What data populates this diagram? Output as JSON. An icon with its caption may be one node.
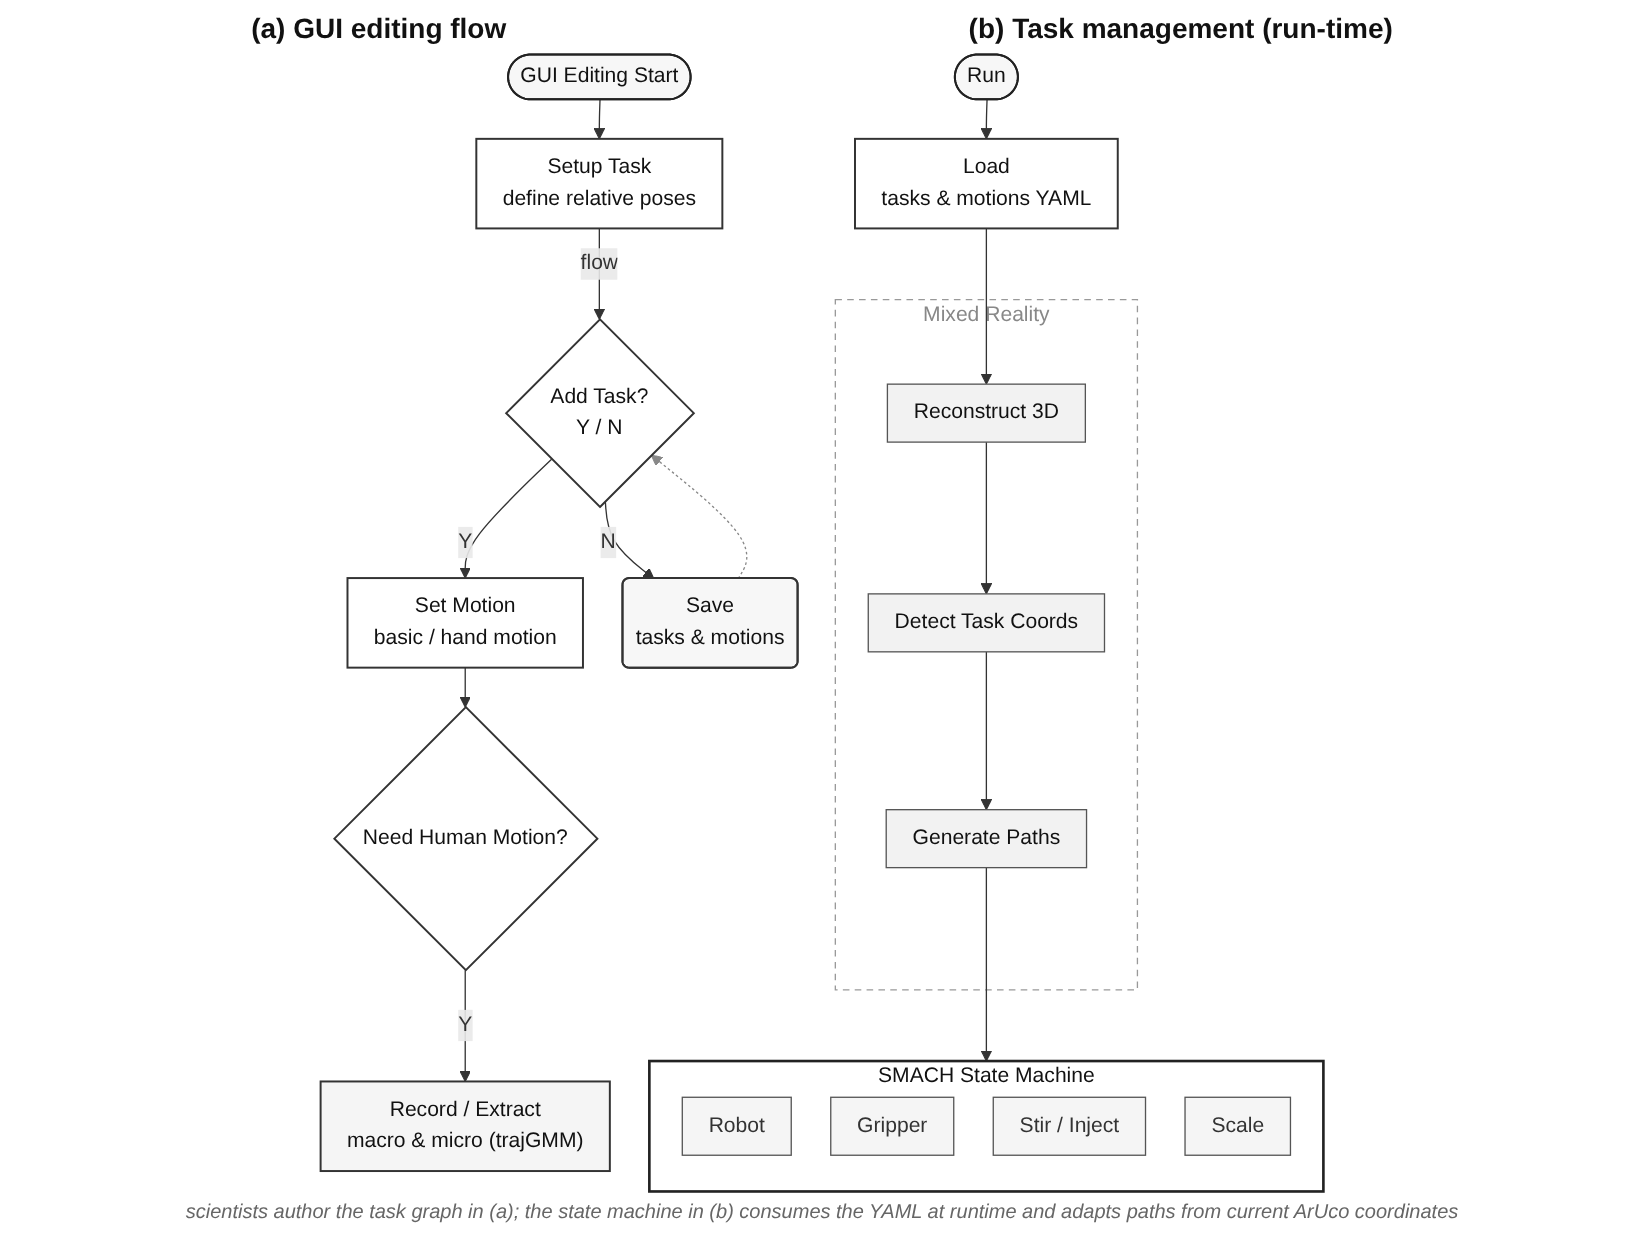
{
  "diagram": {
    "caption": "scientists author the task graph in (a); the state machine in (b) consumes the YAML at runtime and adapts paths from current ArUco coordinates",
    "nodes": [
      {
        "text": [
          "GUI Editing Start"
        ]
      },
      {
        "text": [
          "Setup Task",
          "define relative poses"
        ]
      },
      {
        "text": [
          "Add Task?",
          "Y / N"
        ]
      },
      {
        "text": [
          "Save",
          "tasks & motions"
        ]
      },
      {
        "text": [
          "Set Motion",
          "basic / hand motion"
        ]
      },
      {
        "text": [
          "Need Human Motion?"
        ]
      },
      {
        "text": [
          "Record / Extract",
          "macro & micro (trajGMM)"
        ]
      },
      {
        "text": [
          "Run"
        ]
      },
      {
        "text": [
          "Load",
          "tasks & motions YAML"
        ]
      },
      {
        "text": [
          "Mixed Reality"
        ]
      },
      {
        "text": [
          "Reconstruct 3D"
        ],
        "in": 9
      },
      {
        "text": [
          "Detect Task Coords"
        ],
        "in": 9
      },
      {
        "text": [
          "Generate Paths"
        ],
        "in": 9
      },
      {
        "text": [
          "SMACH State Machine"
        ]
      },
      {
        "text": [
          "Robot"
        ],
        "in": 13
      },
      {
        "text": [
          "Gripper"
        ],
        "in": 13
      },
      {
        "text": [
          "Stir / Inject"
        ],
        "in": 13
      },
      {
        "text": [
          "Scale"
        ],
        "in": 13
      }
    ],
    "edges": [
      {
        "from": 0,
        "to": 1,
        "arrow": "to"
      },
      {
        "from": 1,
        "to": 2,
        "arrow": "to",
        "label": "flow"
      },
      {
        "from": 2,
        "to": 3,
        "arrow": "to",
        "label": "N"
      },
      {
        "from": 3,
        "to": 2,
        "arrow": "to",
        "style": "dashed",
        "color": "#888888"
      },
      {
        "from": 2,
        "to": 4,
        "arrow": "to",
        "label": "Y"
      },
      {
        "from": 4,
        "to": 5,
        "arrow": "to"
      },
      {
        "from": 5,
        "to": 6,
        "arrow": "to",
        "label": "Y"
      },
      {
        "from": 7,
        "to": 8,
        "arrow": "to"
      },
      {
        "from": 8,
        "to": 10,
        "arrow": "to"
      },
      {
        "from": 10,
        "to": 11,
        "arrow": "to"
      },
      {
        "from": 11,
        "to": 12,
        "arrow": "to"
      },
      {
        "from": 12,
        "to": 13,
        "arrow": "to"
      }
    ],
    "labels": [
      "(a) GUI editing flow",
      "(b) Task management (run-time)"
    ]
  }
}
